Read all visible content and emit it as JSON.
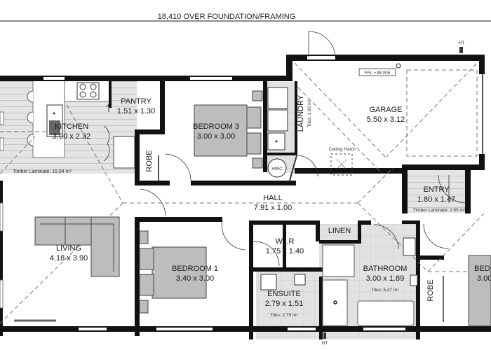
{
  "header": {
    "overall_dimension": "18,410 OVER FOUNDATION/FRAMING"
  },
  "annotations": {
    "ffl": "FFL +38.005",
    "ht_top": "HT",
    "ht_bottom": "HT",
    "ceiling_hatch": "Ceiling Hatch",
    "hwc": "HWC"
  },
  "rooms": {
    "kitchen": {
      "name": "KITCHEN",
      "dims": "3.00 x 2.32",
      "finish": "Timber Laminate: 15.84 m²"
    },
    "pantry": {
      "name": "PANTRY",
      "dims": "1.51 x 1.30"
    },
    "robe_left": {
      "name": "ROBE"
    },
    "bedroom3": {
      "name": "BEDROOM 3",
      "dims": "3.00 x 3.00"
    },
    "laundry": {
      "name": "LAUNDRY",
      "finish": "Tiles: 1.69 m²"
    },
    "garage": {
      "name": "GARAGE",
      "dims": "5.50 x 3.12"
    },
    "hall": {
      "name": "HALL",
      "dims": "7.91 x 1.00"
    },
    "entry": {
      "name": "ENTRY",
      "dims": "1.80 x 1.47",
      "finish": "Timber Laminate: 2.65 m²"
    },
    "living": {
      "name": "LIVING",
      "dims": "4.18 x 3.90"
    },
    "bedroom1": {
      "name": "BEDROOM 1",
      "dims": "3.40 x 3.00"
    },
    "wir": {
      "name": "W.I.R",
      "dims": "1.75 x 1.40"
    },
    "linen": {
      "name": "LINEN"
    },
    "ensuite": {
      "name": "ENSUITE",
      "dims": "2.79 x 1.51",
      "finish": "Tiles: 2.79 m²"
    },
    "bathroom": {
      "name": "BATHROOM",
      "dims": "3.00 x 1.89",
      "finish": "Tiles: 5.47 m²"
    },
    "robe_right": {
      "name": "ROBE"
    },
    "bedroom2": {
      "name": "BEDR",
      "dims": "3.00"
    }
  }
}
